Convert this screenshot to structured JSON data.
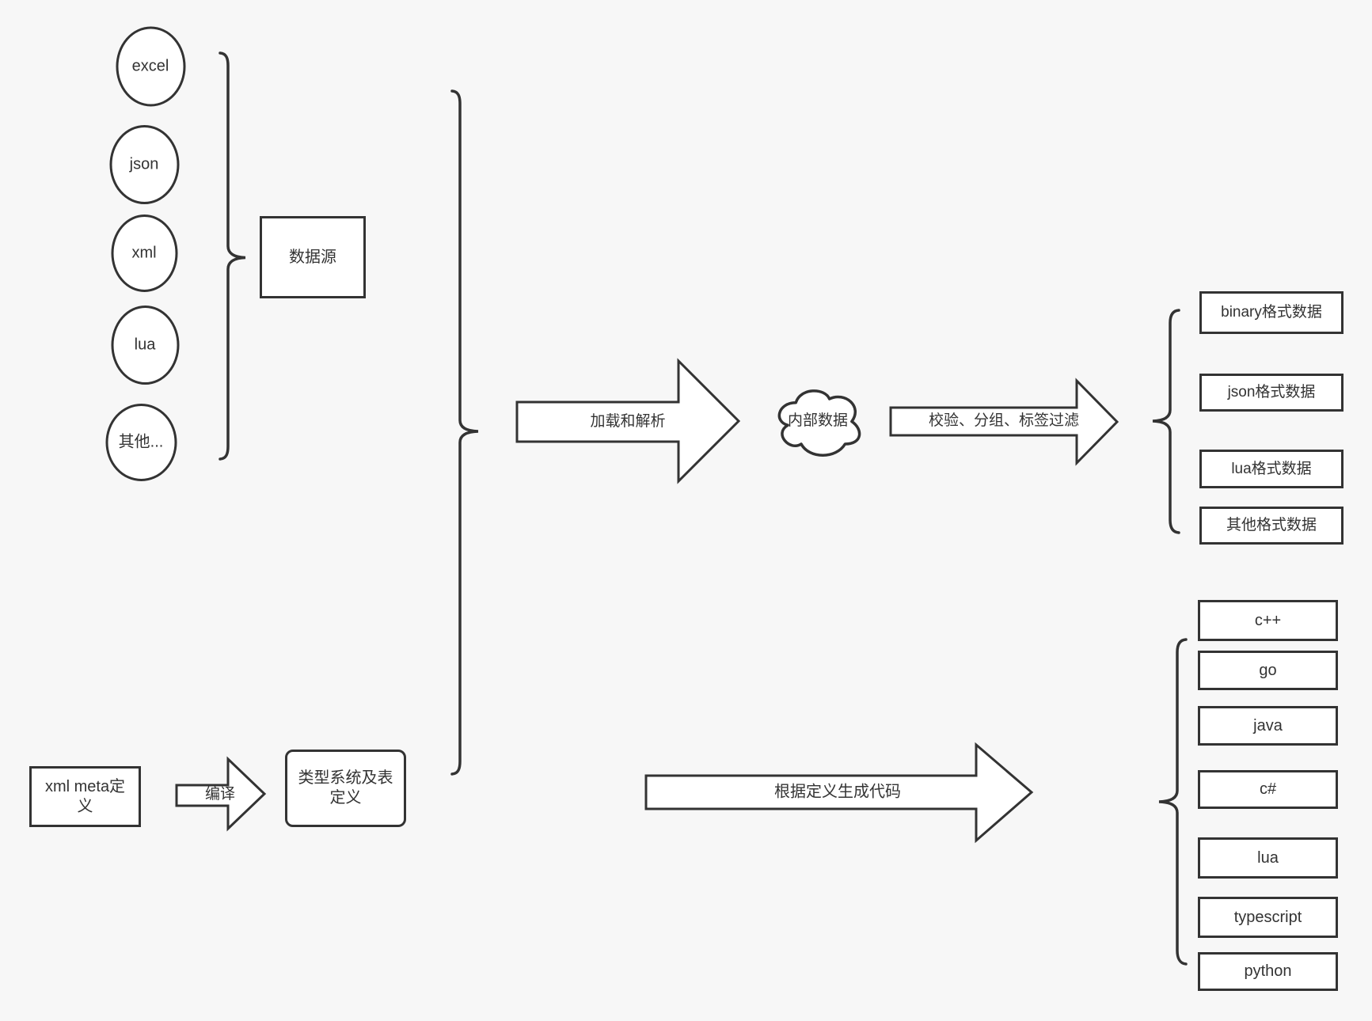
{
  "colors": {
    "background": "#f7f7f7",
    "stroke": "#333333",
    "shape_fill": "#ffffff",
    "text": "#333333"
  },
  "sources": {
    "items": [
      "excel",
      "json",
      "xml",
      "lua",
      "其他..."
    ],
    "group_box": "数据源"
  },
  "flow": {
    "load_parse_arrow": "加载和解析",
    "internal_data_cloud": "内部数据",
    "filter_arrow": "校验、分组、标签过滤"
  },
  "formats": [
    "binary格式数据",
    "json格式数据",
    "lua格式数据",
    "其他格式数据"
  ],
  "definition": {
    "xml_meta_box": "xml meta定义",
    "compile_arrow": "编译",
    "type_system_box": "类型系统及表定义",
    "codegen_arrow": "根据定义生成代码"
  },
  "languages": [
    "c++",
    "go",
    "java",
    "c#",
    "lua",
    "typescript",
    "python"
  ]
}
